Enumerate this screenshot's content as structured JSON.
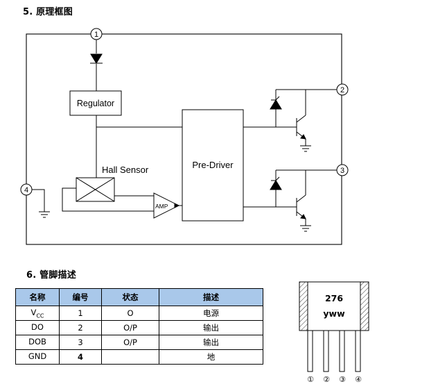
{
  "section5": {
    "title": "5. 原理框图"
  },
  "diagram": {
    "pins": [
      "1",
      "2",
      "3",
      "4"
    ],
    "regulator": "Regulator",
    "hall_sensor": "Hall Sensor",
    "pre_driver": "Pre-Driver",
    "amp": "AMP"
  },
  "section6": {
    "title": "6.  管脚描述"
  },
  "table": {
    "headers": [
      "名称",
      "编号",
      "状态",
      "描述"
    ],
    "rows": [
      {
        "name_main": "V",
        "name_sub": "CC",
        "num": "1",
        "state": "O",
        "desc": "电源"
      },
      {
        "name_main": "DO",
        "name_sub": "",
        "num": "2",
        "state": "O/P",
        "desc": "输出"
      },
      {
        "name_main": "DOB",
        "name_sub": "",
        "num": "3",
        "state": "O/P",
        "desc": "输出"
      },
      {
        "name_main": "GND",
        "name_sub": "",
        "num": "4",
        "state": "",
        "desc": "地"
      }
    ]
  },
  "package": {
    "line1": "276",
    "line2": "yww",
    "pin_marks": [
      "①",
      "②",
      "③",
      "④"
    ]
  }
}
